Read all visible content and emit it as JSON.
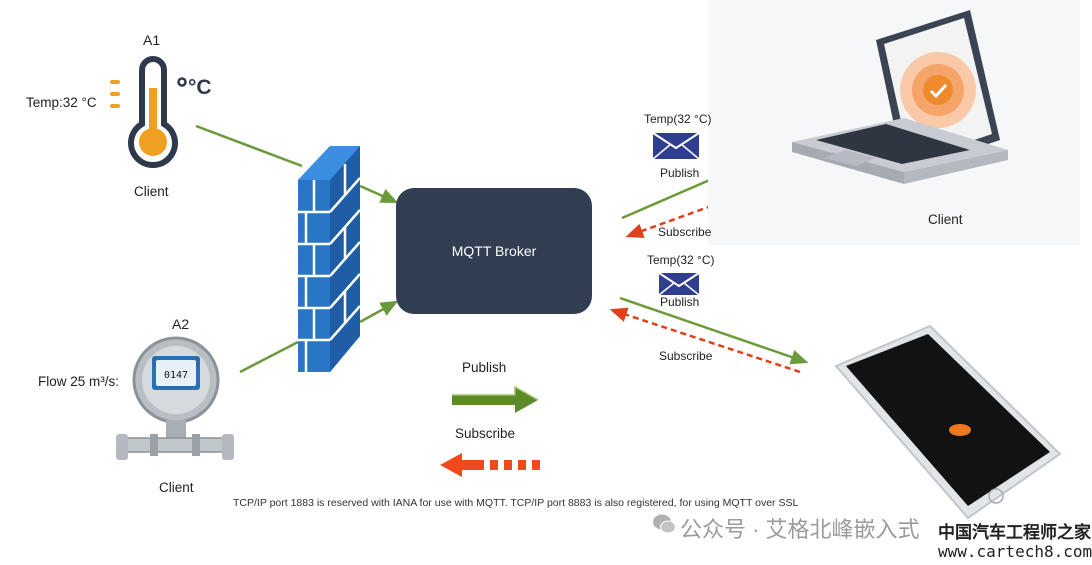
{
  "client_a1": {
    "label": "A1",
    "reading": "Temp:32 °C",
    "unit": "°C",
    "role": "Client"
  },
  "client_a2": {
    "label": "A2",
    "reading": "Flow 25 m³/s:",
    "role": "Client"
  },
  "laptop": {
    "role": "Client"
  },
  "broker": {
    "label": "MQTT Broker"
  },
  "laptop_msg": {
    "topic": "Temp(32 °C)",
    "publish": "Publish",
    "subscribe": "Subscribe"
  },
  "phone_msg": {
    "topic": "Temp(32 °C)",
    "publish": "Publish",
    "subscribe": "Subscribe"
  },
  "legend": {
    "publish": "Publish",
    "subscribe": "Subscribe"
  },
  "footer": "TCP/IP port 1883 is reserved with IANA for use with MQTT. TCP/IP port 8883 is also registered, for using MQTT over SSL",
  "watermark": "公众号 · 艾格北峰嵌入式",
  "site": {
    "cn": "中国汽车工程师之家",
    "url": "www.cartech8.com"
  },
  "meter_display": "0147",
  "colors": {
    "publish": "#6a9a3a",
    "subscribe": "#e0401a",
    "broker": "#313d50",
    "firewall": "#2a76c6",
    "thermo_fill": "#f0a020"
  }
}
